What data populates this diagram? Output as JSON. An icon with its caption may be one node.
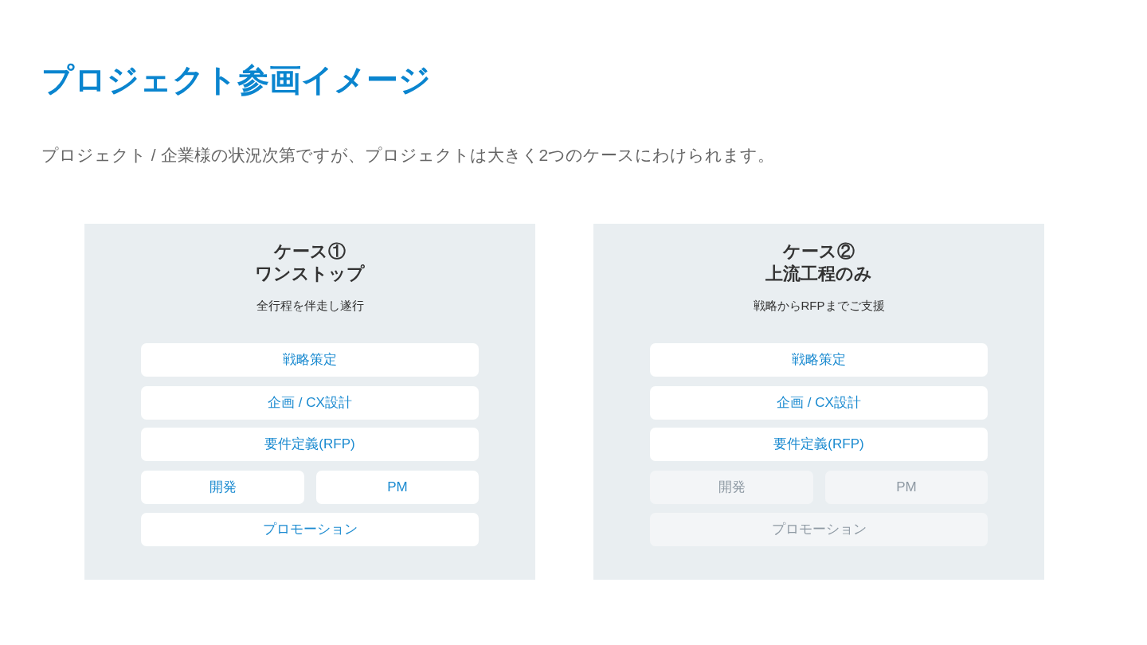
{
  "diagram": {
    "title": "プロジェクト参画イメージ",
    "nodes": [
      {
        "text": [
          "ケース①",
          "ワンストップ",
          "全行程を伴走し遂行"
        ]
      },
      {
        "text": [
          "戦略策定"
        ],
        "in": 0
      },
      {
        "text": [
          "企画 / CX設計"
        ],
        "in": 0
      },
      {
        "text": [
          "要件定義(RFP)"
        ],
        "in": 0
      },
      {
        "text": [
          "開発"
        ],
        "in": 0
      },
      {
        "text": [
          "PM"
        ],
        "in": 0
      },
      {
        "text": [
          "プロモーション"
        ],
        "in": 0
      },
      {
        "text": [
          "ケース②",
          "上流工程のみ",
          "戦略からRFPまでご支援"
        ]
      },
      {
        "text": [
          "戦略策定"
        ],
        "in": 7
      },
      {
        "text": [
          "企画 / CX設計"
        ],
        "in": 7
      },
      {
        "text": [
          "要件定義(RFP)"
        ],
        "in": 7
      },
      {
        "text": [
          "開発"
        ],
        "in": 7
      },
      {
        "text": [
          "PM"
        ],
        "in": 7
      },
      {
        "text": [
          "プロモーション"
        ],
        "in": 7
      }
    ],
    "labels": [
      "プロジェクト / 企業様の状況次第ですが、プロジェクトは大きく2つのケースにわけられます。"
    ]
  }
}
